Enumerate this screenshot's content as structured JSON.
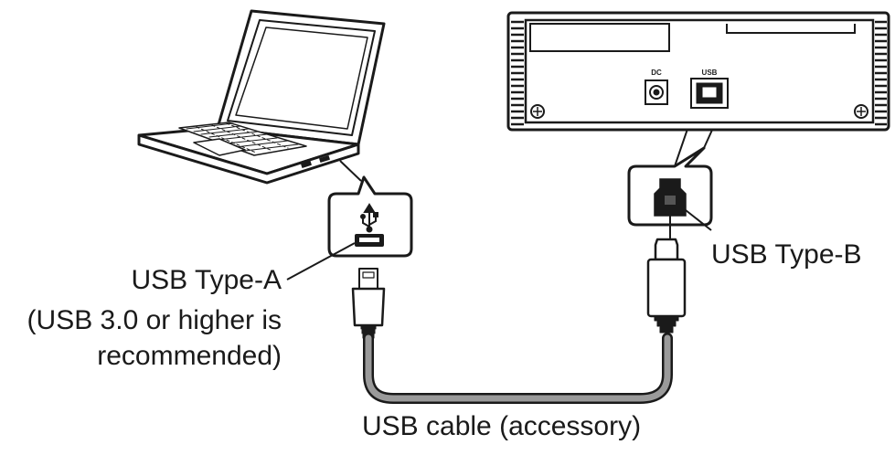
{
  "labels": {
    "usb_type_a": "USB Type-A",
    "usb_type_a_note_line1": "(USB 3.0 or higher is",
    "usb_type_a_note_line2": "recommended)",
    "usb_type_b": "USB Type-B",
    "usb_cable": "USB cable (accessory)"
  },
  "device_ports": {
    "dc": "DC",
    "usb": "USB"
  },
  "icons": [
    "laptop-icon",
    "usb-trident-icon",
    "usb-a-plug-icon",
    "usb-b-plug-icon",
    "drive-enclosure-icon"
  ]
}
